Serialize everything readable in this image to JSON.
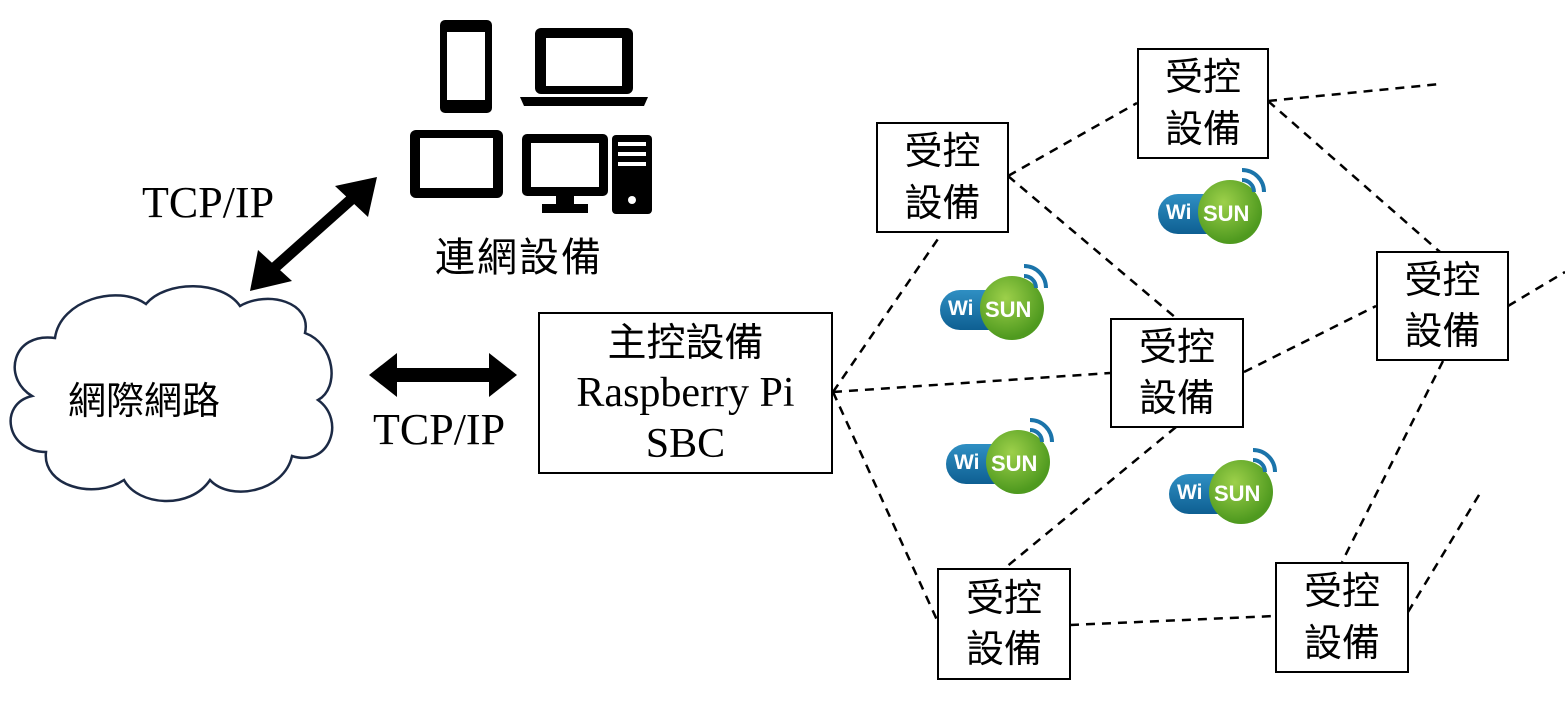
{
  "devices_label": "連網設備",
  "internet_label": "網際網路",
  "tcp_label_top": "TCP/IP",
  "tcp_label_mid": "TCP/IP",
  "master": {
    "line1": "主控設備",
    "line2": "Raspberry Pi",
    "line3": "SBC"
  },
  "slave": {
    "line1": "受控",
    "line2": "設備"
  },
  "wisun": {
    "wi": "Wi",
    "sun": "SUN"
  },
  "icons": [
    "smartphone-icon",
    "laptop-icon",
    "tablet-icon",
    "desktop-computer-icon"
  ],
  "colors": {
    "wisun_blue": "#1b74aa",
    "wisun_green": "#5aa72a"
  }
}
